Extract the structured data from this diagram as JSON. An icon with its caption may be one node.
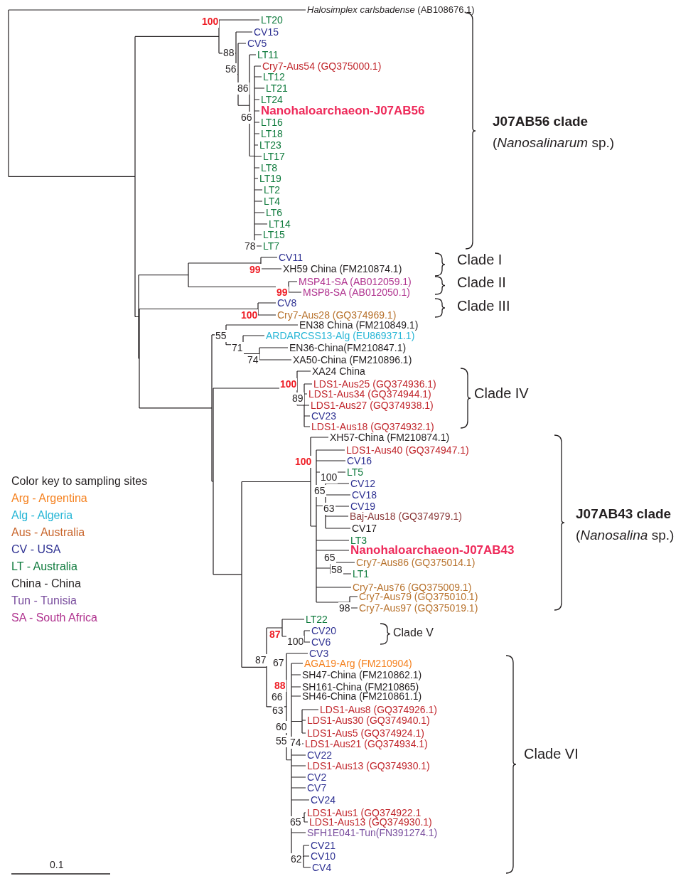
{
  "diagram": {
    "labels": [
      "*Halosimplex carlsbadense* (AB108676.1)",
      "LT20",
      "100",
      "CV15",
      "CV5",
      "88",
      "LT11",
      "Cry7-Aus54 (GQ375000.1)",
      "56",
      "LT12",
      "86",
      "LT21",
      "LT24",
      "Nanohaloarchaeon-J07AB56",
      "66",
      "J07AB56 clade",
      "LT16",
      "LT18",
      "(*Nanosalinarum* sp.)",
      "LT23",
      "LT17",
      "LT8",
      "LT19",
      "LT2",
      "LT4",
      "LT6",
      "LT14",
      "LT15",
      "78",
      "LT7",
      "CV11",
      "Clade I",
      "99",
      "XH59 China (FM210874.1)",
      "MSP41-SA (AB012059.1)",
      "Clade II",
      "99",
      "MSP8-SA (AB012050.1)",
      "CV8",
      "Clade III",
      "100",
      "Cry7-Aus28 (GQ374969.1)",
      "EN38 China (FM210849.1)",
      "55",
      "ARDARCSS13-Alg (EU869371.1)",
      "71",
      "EN36-China(FM210847.1)",
      "74",
      "XA50-China (FM210896.1)",
      "XA24 China",
      "100",
      "LDS1-Aus25 (GQ374936.1)",
      "89",
      "LDS1-Aus34 (GQ374944.1)",
      "Clade IV",
      "LDS1-Aus27 (GQ374938.1)",
      "CV23",
      "LDS1-Aus18 (GQ374932.1)",
      "XH57-China (FM210874.1)",
      "LDS1-Aus40 (GQ374947.1)",
      "100",
      "CV16",
      "LT5",
      "100",
      "CV12",
      "65",
      "CV18",
      "CV19",
      "63",
      "J07AB43 clade",
      "Baj-Aus18 (GQ374979.1)",
      "CV17",
      "(*Nanosalina* sp.)",
      "LT3",
      "Nanohaloarchaeon-J07AB43",
      "65",
      "Cry7-Aus86 (GQ375014.1)",
      "58",
      "LT1",
      "Cry7-Aus76 (GQ375009.1)",
      "Cry7-Aus79 (GQ375010.1)",
      "98",
      "Cry7-Aus97 (GQ375019.1)",
      "LT22",
      "CV20",
      "Clade V",
      "87",
      "100",
      "CV6",
      "CV3",
      "87",
      "67",
      "AGA19-Arg (FM210904)",
      "SH47-China (FM210862.1)",
      "88",
      "SH161-China (FM210865)",
      "SH46-China (FM210861.1)",
      "66",
      "LDS1-Aus8 (GQ374926.1)",
      "63",
      "LDS1-Aus30 (GQ374940.1)",
      "60",
      "LDS1-Aus5 (GQ374924.1)",
      "55",
      "74",
      "LDS1-Aus21 (GQ374934.1)",
      "Clade VI",
      "CV22",
      "LDS1-Aus13 (GQ374930.1)",
      "CV2",
      "CV7",
      "CV24",
      "LDS1-Aus1 (GQ374922.1",
      "65",
      "LDS1-Aus13 (GQ374930.1)",
      "SFH1E041-Tun(FN391274.1)",
      "CV21",
      "CV10",
      "62",
      "CV4",
      "Color key to sampling sites",
      "0.1"
    ],
    "legend": [
      {
        "text": "Arg - Argentina",
        "color": "#f58220"
      },
      {
        "text": "Alg - Algeria",
        "color": "#27b6d6"
      },
      {
        "text": "Aus - Australia",
        "color": "#c8642a"
      },
      {
        "text": "CV -  USA",
        "color": "#2e3192"
      },
      {
        "text": "LT - Australia",
        "color": "#0e7a3c"
      },
      {
        "text": "China - China",
        "color": "#231f20"
      },
      {
        "text": "Tun - Tunisia",
        "color": "#7a4e9e"
      },
      {
        "text": "SA - South Africa",
        "color": "#b0338f"
      }
    ]
  }
}
